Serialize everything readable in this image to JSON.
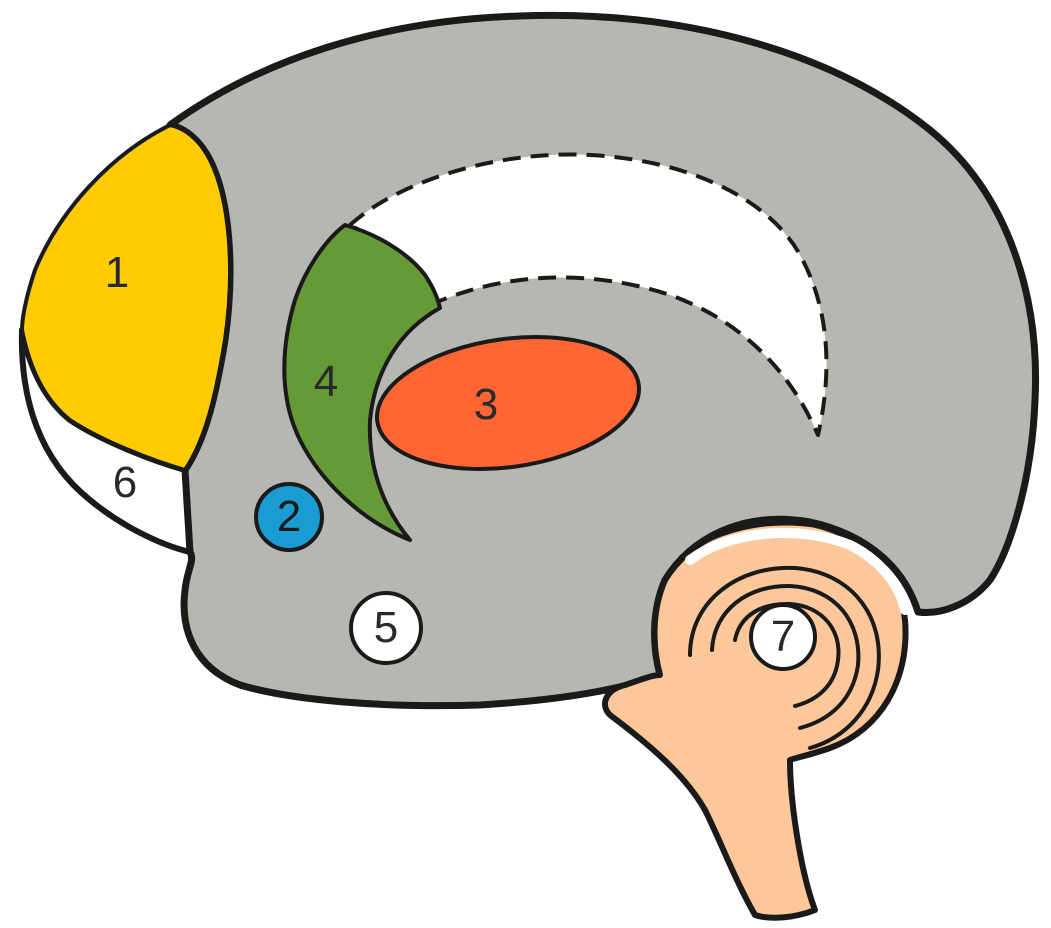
{
  "colors": {
    "background": "#ffffff",
    "outline": "#1a1a1a",
    "brain": "#b4b8b0",
    "region_1": "#ffcb05",
    "region_2": "#1a9bd1",
    "region_3": "#ff6633",
    "region_4": "#659a37",
    "region_5": "#ffffff",
    "region_6": "#ffffff",
    "region_7": "#fcc89b",
    "ventricle": "#ffffff"
  },
  "regions": [
    {
      "id": "1",
      "label": "1"
    },
    {
      "id": "2",
      "label": "2"
    },
    {
      "id": "3",
      "label": "3"
    },
    {
      "id": "4",
      "label": "4"
    },
    {
      "id": "5",
      "label": "5"
    },
    {
      "id": "6",
      "label": "6"
    },
    {
      "id": "7",
      "label": "7"
    }
  ]
}
